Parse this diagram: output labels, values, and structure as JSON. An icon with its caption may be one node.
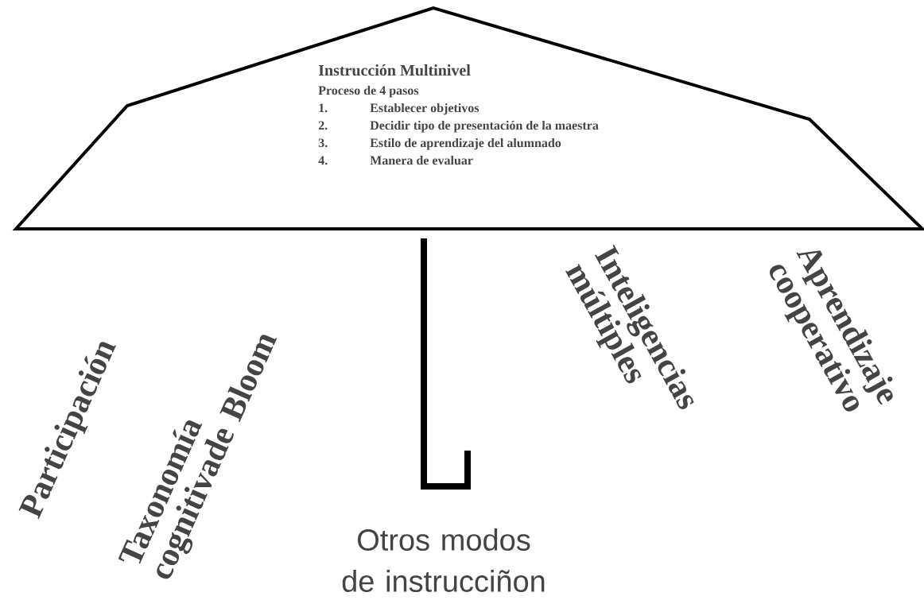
{
  "diagram": {
    "nodes": [
      {
        "text": [
          "Instrucción Multinivel",
          "Proceso de 4 pasos",
          "1.",
          "Establecer objetivos",
          "2.",
          "Decidir tipo de presentación de la maestra",
          "3.",
          "Estilo de aprendizaje del alumnado",
          "4.",
          "Manera de evaluar"
        ]
      }
    ],
    "labels": [
      "Participación",
      "Taxonomía cognitivade Bloom",
      "Inteligencias múltiples",
      "Aprendizaje cooperativo",
      "Otros modos de instrucciñon"
    ]
  }
}
